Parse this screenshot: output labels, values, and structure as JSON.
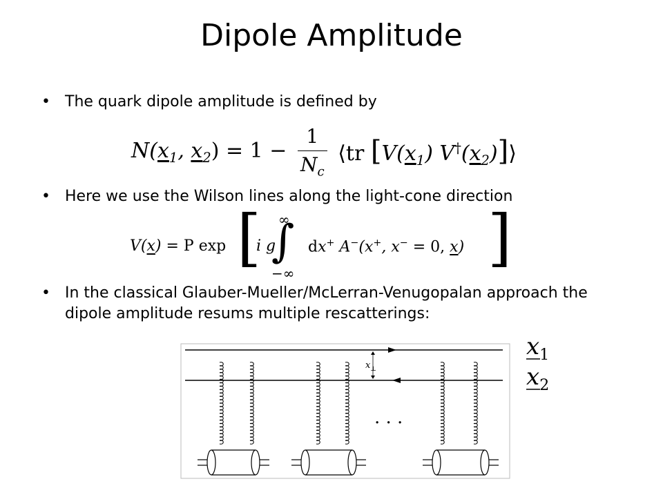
{
  "slide": {
    "title": "Dipole Amplitude",
    "bullets": [
      "The quark dipole amplitude is defined by",
      "Here we use the Wilson lines along the light-cone direction",
      "In the classical Glauber-Mueller/McLerran-Venugopalan approach the dipole amplitude resums multiple rescatterings:"
    ],
    "bullet_marker": "•"
  },
  "equations": {
    "dipole_lhs": "N(x₁, x₂) = 1 −",
    "dipole_frac_num": "1",
    "dipole_frac_den": "N",
    "dipole_frac_den_sub": "c",
    "dipole_rhs": "⟨tr [V(x₁) V†(x₂)]⟩",
    "wilson_lhs": "V(x) = P exp",
    "wilson_integrand": "i g ∫ dx⁺ A⁻(x⁺, x⁻ = 0, x)",
    "wilson_upper_limit": "∞",
    "wilson_lower_limit": "−∞"
  },
  "diagram": {
    "label_x1": "x",
    "label_x1_sub": "1",
    "label_x2": "x",
    "label_x2_sub": "2",
    "separation_label": "x",
    "separation_sub": "⊥",
    "ellipsis": ". . ."
  }
}
